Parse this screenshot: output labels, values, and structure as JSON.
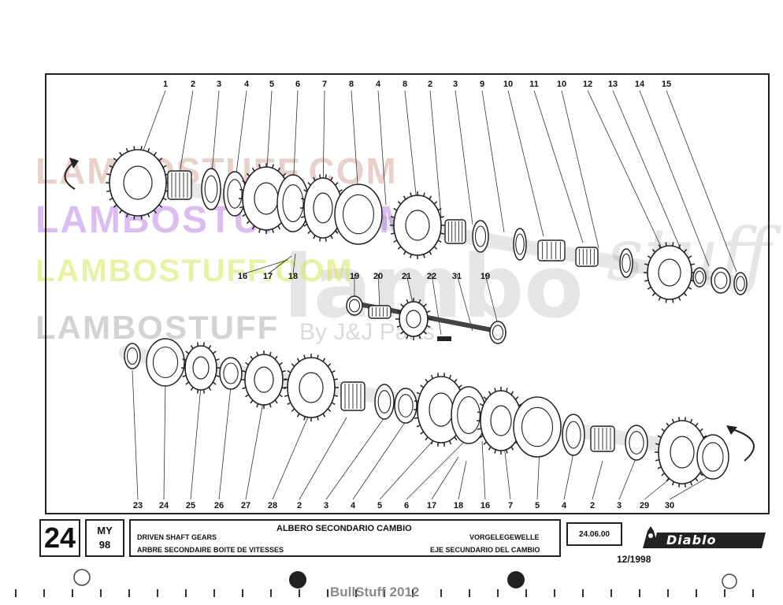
{
  "watermarks": {
    "line1": "LAMBOSTUFF.COM",
    "line2": "LAMBOSTUFF.COM",
    "line3": "LAMBOSTUFF.COM",
    "line4": "LAMBOSTUFF",
    "line5": "By J&J Parts",
    "line6": "lambo",
    "line7": "stuff"
  },
  "callouts_top": [
    "1",
    "2",
    "3",
    "4",
    "5",
    "6",
    "7",
    "8",
    "4",
    "8",
    "2",
    "3",
    "9",
    "10",
    "11",
    "10",
    "12",
    "13",
    "14",
    "15"
  ],
  "callouts_mid": [
    "16",
    "17",
    "18",
    "19",
    "20",
    "21",
    "22",
    "31",
    "19"
  ],
  "callouts_bottom": [
    "23",
    "24",
    "25",
    "26",
    "27",
    "28",
    "2",
    "3",
    "4",
    "5",
    "6",
    "17",
    "18",
    "16",
    "7",
    "5",
    "4",
    "2",
    "3",
    "29",
    "30"
  ],
  "title_block": {
    "page_number": "24",
    "my_label": "MY",
    "my_year": "98",
    "title_it": "ALBERO SECONDARIO CAMBIO",
    "title_en": "DRIVEN SHAFT GEARS",
    "title_de": "VORGELEGEWELLE",
    "title_fr": "ARBRE SECONDAIRE BOITE DE VITESSES",
    "title_es": "EJE SECUNDARIO DEL CAMBIO",
    "doc_code": "24.06.00",
    "revision": "12/1998",
    "brand": "Diablo"
  },
  "footer": "BullStuff 2012"
}
